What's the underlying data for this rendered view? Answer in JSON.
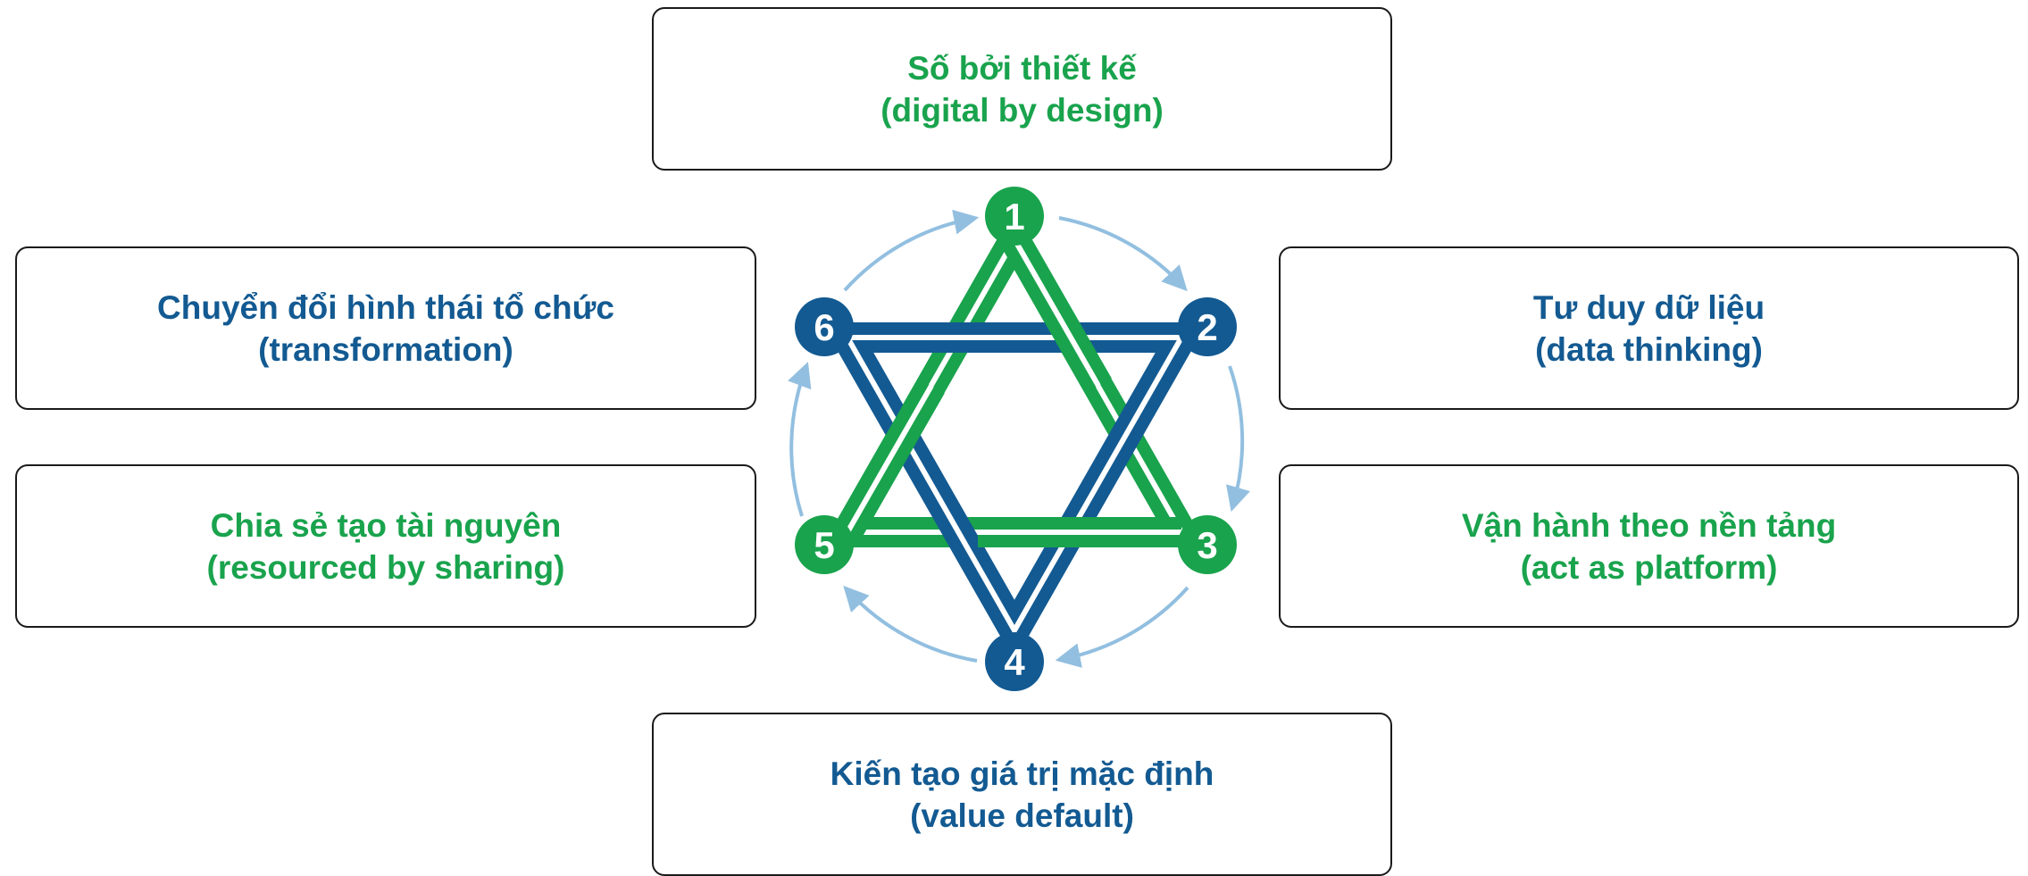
{
  "principles": [
    {
      "number": "1",
      "title": "Số bởi thiết kế",
      "subtitle": "(digital by design)",
      "color": "#19a34d"
    },
    {
      "number": "2",
      "title": "Tư duy dữ liệu",
      "subtitle": "(data thinking)",
      "color": "#135a92"
    },
    {
      "number": "3",
      "title": "Vận hành theo nền tảng",
      "subtitle": "(act as platform)",
      "color": "#19a34d"
    },
    {
      "number": "4",
      "title": "Kiến tạo giá trị mặc định",
      "subtitle": "(value default)",
      "color": "#135a92"
    },
    {
      "number": "5",
      "title": "Chia sẻ tạo tài nguyên",
      "subtitle": "(resourced by sharing)",
      "color": "#19a34d"
    },
    {
      "number": "6",
      "title": "Chuyển đổi hình thái tổ chức",
      "subtitle": "(transformation)",
      "color": "#135a92"
    }
  ],
  "colors": {
    "green": "#19a34d",
    "blue": "#135a92",
    "arrow": "#92bfe0",
    "border": "#1a1a1a"
  },
  "icons": [
    "hexagram-icon",
    "cycle-arrow-icon"
  ]
}
